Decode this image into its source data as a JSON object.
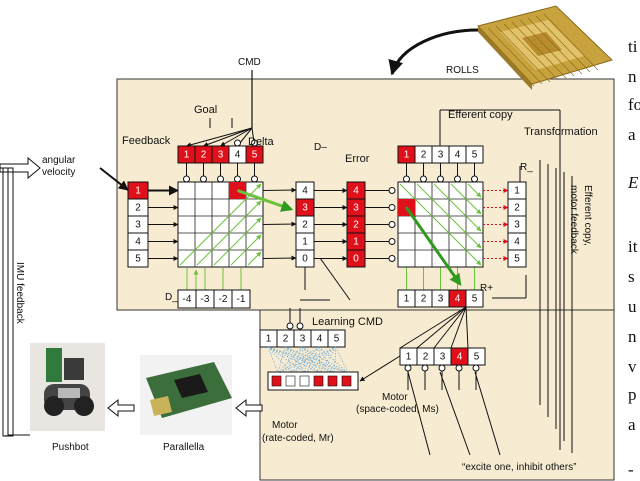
{
  "labels": {
    "cmd": "CMD",
    "rolls": "ROLLS",
    "goal": "Goal",
    "feedback": "Feedback",
    "delta": "Delta",
    "d_minus_top": "D–",
    "error": "Error",
    "efferent_copy": "Efferent copy",
    "transformation": "Transformation",
    "r_minus": "R_",
    "r_plus": "R+",
    "d_minus_bottom": "D_",
    "efferent_copy_motor_feedback": "Efferent copy,",
    "efferent_copy_motor_feedback_2": "motor feedback",
    "angular_velocity_1": "angular",
    "angular_velocity_2": "velocity",
    "imu_feedback": "IMU feedback",
    "learning_cmd": "Learning CMD",
    "motor_space_1": "Motor",
    "motor_space_2": "(space-coded, Ms)",
    "motor_rate_1": "Motor",
    "motor_rate_2": "(rate-coded, Mr)",
    "excite": "“excite one, inhibit others”",
    "pushbot": "Pushbot",
    "parallella": "Parallella"
  },
  "arrays": {
    "goal": [
      "1",
      "2",
      "3",
      "4",
      "5"
    ],
    "goal_active": [
      true,
      true,
      true,
      false,
      true
    ],
    "feedback": [
      "1",
      "2",
      "3",
      "4",
      "5"
    ],
    "feedback_active": [
      true,
      false,
      false,
      false,
      false
    ],
    "delta_col": [
      "4",
      "3",
      "2",
      "1",
      "0"
    ],
    "delta_active": [
      false,
      true,
      false,
      false,
      false
    ],
    "d_minus": [
      "-4",
      "-3",
      "-2",
      "-1"
    ],
    "error": [
      "4",
      "3",
      "2",
      "1",
      "0"
    ],
    "error_active": [
      true,
      true,
      true,
      true,
      true
    ],
    "efferent": [
      "1",
      "2",
      "3",
      "4",
      "5"
    ],
    "efferent_active": [
      true,
      false,
      false,
      false,
      false
    ],
    "r_minus": [
      "1",
      "2",
      "3",
      "4",
      "5"
    ],
    "r_plus": [
      "1",
      "2",
      "3",
      "4",
      "5"
    ],
    "r_plus_active": [
      false,
      false,
      false,
      true,
      false
    ],
    "learning": [
      "1",
      "2",
      "3",
      "4",
      "5"
    ],
    "motor_space": [
      "1",
      "2",
      "3",
      "4",
      "5"
    ],
    "motor_space_active": [
      false,
      false,
      false,
      true,
      false
    ],
    "motor_rate_active": [
      true,
      false,
      false,
      true,
      true,
      true
    ]
  },
  "side_text": [
    "ti",
    "n",
    "fo",
    "a",
    "E",
    "it",
    "s",
    "u",
    "n",
    "v",
    "p",
    "a",
    "-"
  ],
  "colors": {
    "panel": "#f7ecd2",
    "active": "#e0101a",
    "green": "#6bc23a",
    "green_dark": "#2f9a1e",
    "blue": "#5aa0d8"
  }
}
